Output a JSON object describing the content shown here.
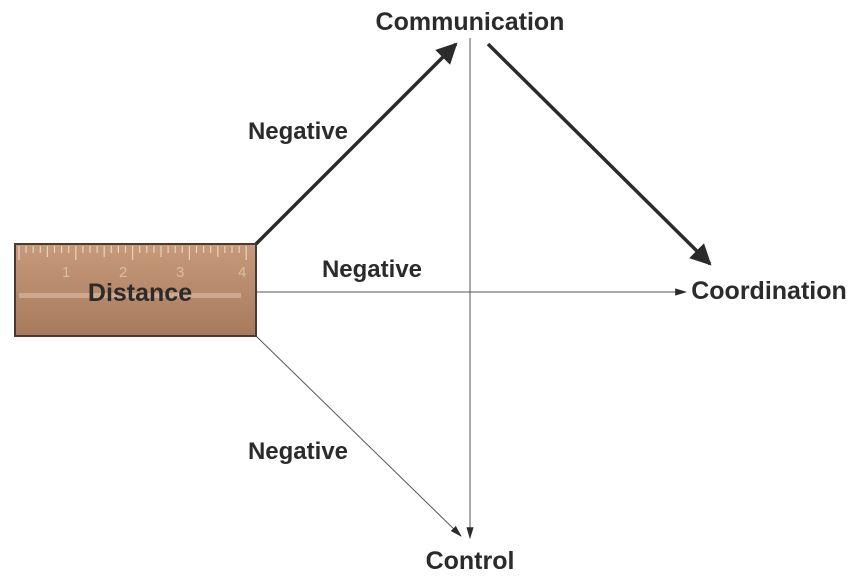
{
  "nodes": {
    "communication": "Communication",
    "coordination": "Coordination",
    "control": "Control",
    "distance": "Distance"
  },
  "edges": {
    "distance_to_communication": "Negative",
    "distance_to_coordination": "Negative",
    "distance_to_control": "Negative"
  },
  "ruler": {
    "numbers": [
      "1",
      "2",
      "3",
      "4"
    ],
    "colors": {
      "body": "#b98a6c",
      "edge": "#4a3a30",
      "ticks": "#e9d5b4"
    }
  },
  "colors": {
    "text": "#2b2b2b",
    "lines": "#2b2b2b",
    "thin_lines": "#555555"
  }
}
